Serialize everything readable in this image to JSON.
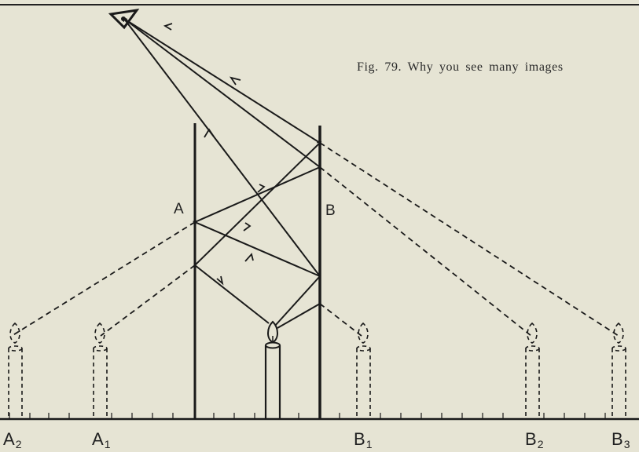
{
  "caption": "Fig. 79.  Why you see many images",
  "mirrors": {
    "a_label": "A",
    "b_label": "B"
  },
  "images": [
    {
      "main": "A",
      "sub": "2"
    },
    {
      "main": "A",
      "sub": "1"
    },
    {
      "main": "B",
      "sub": "1"
    },
    {
      "main": "B",
      "sub": "2"
    },
    {
      "main": "B",
      "sub": "3"
    }
  ],
  "icons": {
    "eye": "eye-icon",
    "candle": "candle-icon",
    "candle_image": "candle-image-icon"
  }
}
